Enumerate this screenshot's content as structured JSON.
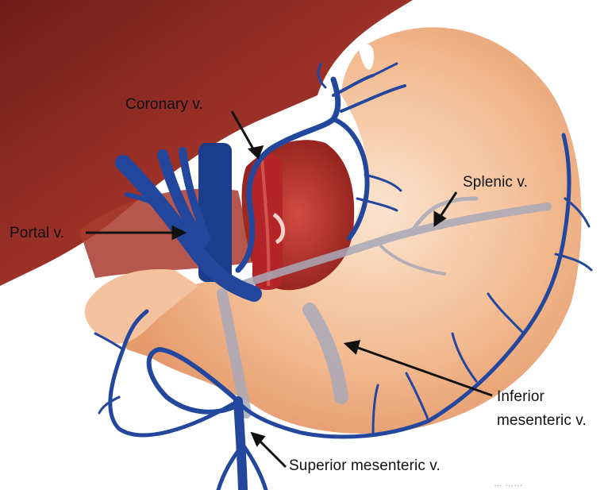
{
  "labels": {
    "coronary": "Coronary v.",
    "splenic": "Splenic v.",
    "portal": "Portal v.",
    "inferior_line1": "Inferior",
    "inferior_line2": "mesenteric v.",
    "superior": "Superior mesenteric v."
  },
  "watermark": "… ……",
  "colors": {
    "liver": "#8e2a22",
    "stomach": "#f2b78e",
    "vein": "#24479e",
    "inner_wall": "#b8302b",
    "pale_vein": "#a9a9b8"
  }
}
